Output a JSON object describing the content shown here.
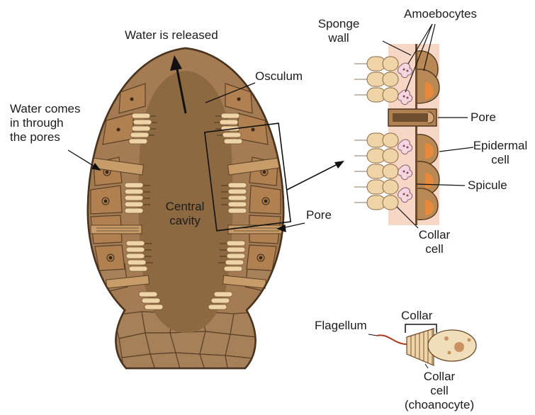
{
  "labels": {
    "water_released": "Water is released",
    "osculum": "Osculum",
    "water_comes_1": "Water comes",
    "water_comes_2": "in through",
    "water_comes_3": "the pores",
    "central_1": "Central",
    "central_2": "cavity",
    "pore_body": "Pore",
    "sponge_wall_1": "Sponge",
    "sponge_wall_2": "wall",
    "amoebocytes": "Amoebocytes",
    "pore_detail": "Pore",
    "epidermal_1": "Epidermal",
    "epidermal_2": "cell",
    "spicule": "Spicule",
    "collar_cell_1": "Collar",
    "collar_cell_2": "cell",
    "flagellum": "Flagellum",
    "collar": "Collar",
    "choano_1": "Collar",
    "choano_2": "cell",
    "choano_3": "(choanocyte)"
  },
  "colors": {
    "body_wall": "#a47b52",
    "central_cavity": "#8d6941",
    "body_outline": "#4a3420",
    "collar_cell": "#eed4a6",
    "epidermal_cell": "#b88955",
    "amoebocyte": "#f3d6e0",
    "base": "#a58058",
    "label_text": "#1c1c1c"
  }
}
